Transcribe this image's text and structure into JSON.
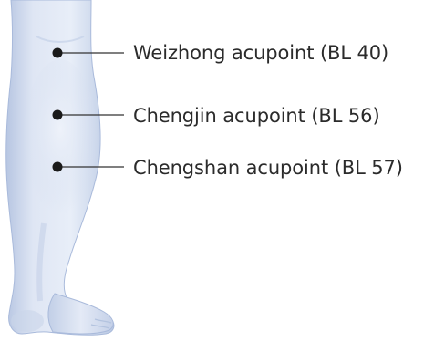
{
  "acupoints": [
    {
      "label": "Weizhong acupoint (BL 40)"
    },
    {
      "label": "Chengjin acupoint (BL 56)"
    },
    {
      "label": "Chengshan acupoint (BL 57)"
    }
  ],
  "colors": {
    "background": "#ffffff",
    "leg_light": "#e6ecf7",
    "leg_mid": "#c9d5ea",
    "leg_shadow": "#aebfdc",
    "marker": "#1a1a1a",
    "leader_line": "#333333",
    "text": "#2b2b2b"
  },
  "icons": {
    "marker": "dot-marker",
    "figure": "lower-leg-illustration"
  }
}
